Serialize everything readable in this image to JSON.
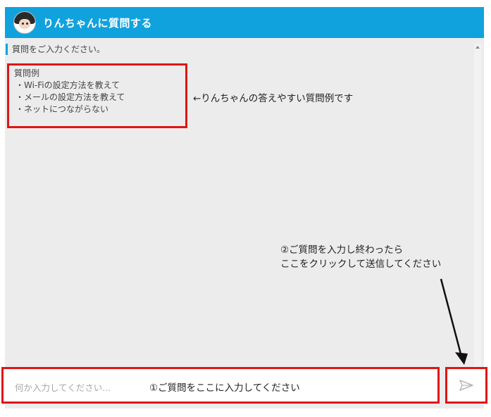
{
  "header": {
    "title": "りんちゃんに質問する",
    "avatar": "avatar-icon",
    "color": "#10a2dd"
  },
  "chat": {
    "bot_message": "質問をご入力ください。",
    "example_title": "質問例",
    "examples": [
      "・Wi-Fiの設定方法を教えて",
      "・メールの設定方法を教えて",
      "・ネットにつながらない"
    ]
  },
  "annotations": {
    "example_note": "←りんちゃんの答えやすい質問例です",
    "send_note_line1": "②ご質問を入力し終わったら",
    "send_note_line2": "ここをクリックして送信してください",
    "input_note": "①ご質問をここに入力してください",
    "highlight_color": "#e01515"
  },
  "input": {
    "placeholder": "何か入力してください...",
    "value": ""
  },
  "send_button": {
    "icon": "send-icon"
  }
}
